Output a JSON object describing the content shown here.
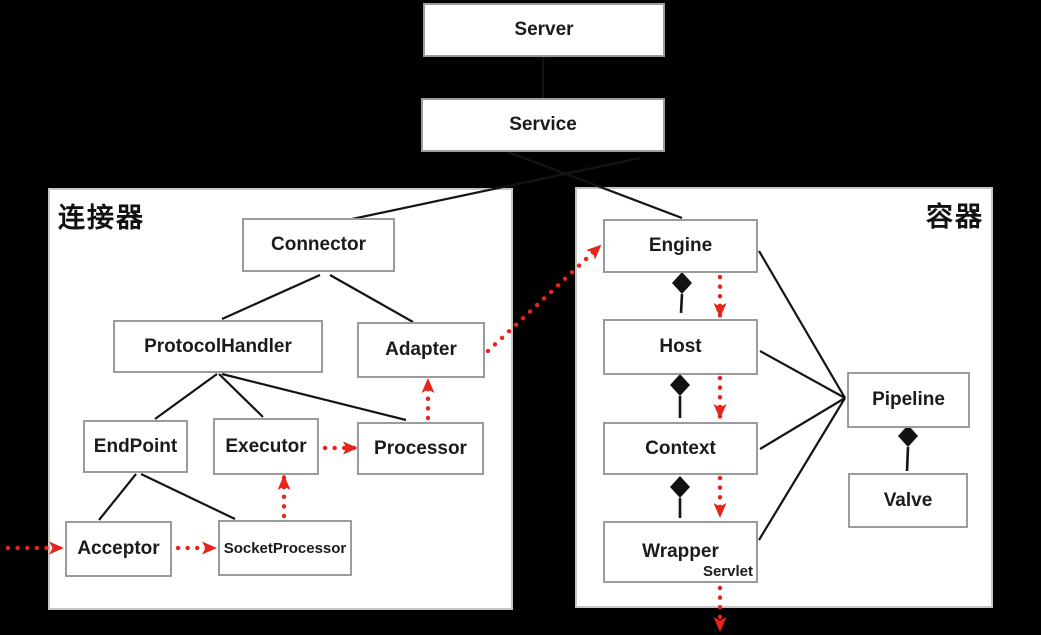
{
  "canvas": {
    "background": "#000000",
    "flow_color": "#e8251d",
    "box_border_color": "#9b9b9b",
    "line_color": "#141414"
  },
  "top_nodes": {
    "server": "Server",
    "service": "Service"
  },
  "connector_panel": {
    "title": "连接器",
    "nodes": {
      "connector": "Connector",
      "protocol_handler": "ProtocolHandler",
      "adapter": "Adapter",
      "endpoint": "EndPoint",
      "executor": "Executor",
      "processor": "Processor",
      "acceptor": "Acceptor",
      "socket_processor": "SocketProcessor"
    }
  },
  "container_panel": {
    "title": "容器",
    "nodes": {
      "engine": "Engine",
      "host": "Host",
      "context": "Context",
      "wrapper": "Wrapper",
      "servlet": "Servlet",
      "pipeline": "Pipeline",
      "valve": "Valve"
    }
  },
  "edges": {
    "solid": [
      "Server-Service",
      "Service-Connector",
      "Service-Engine",
      "Connector-ProtocolHandler",
      "Connector-Adapter",
      "ProtocolHandler-EndPoint",
      "ProtocolHandler-Executor",
      "ProtocolHandler-Processor",
      "EndPoint-Acceptor",
      "EndPoint-SocketProcessor",
      "Engine-Pipeline",
      "Host-Pipeline",
      "Context-Pipeline",
      "Wrapper-Pipeline"
    ],
    "composition": [
      "Engine◆-Host",
      "Host◆-Context",
      "Context◆-Wrapper",
      "Pipeline◆-Valve"
    ],
    "request_flow": [
      "in→Acceptor",
      "Acceptor→SocketProcessor",
      "SocketProcessor→Executor",
      "Executor→Processor",
      "Processor→Adapter",
      "Adapter→Engine",
      "Engine→Host",
      "Host→Context",
      "Context→Wrapper",
      "Wrapper→out"
    ]
  }
}
